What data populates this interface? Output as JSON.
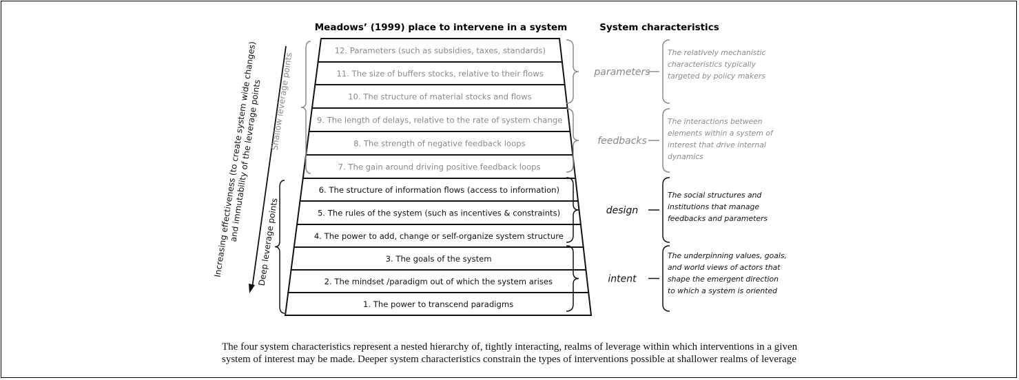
{
  "headers": {
    "left": "Meadows’ (1999) place to intervene in a system",
    "right": "System characteristics"
  },
  "axis": {
    "line1": "Increasing effectiveness  (to create system wide changes)",
    "line2": "and immutability of the leverage points",
    "shallow": "Shallow leverage points",
    "deep": "Deep leverage points"
  },
  "points": [
    {
      "text": "12. Parameters (such as subsidies, taxes, standards)",
      "depth": "shallow"
    },
    {
      "text": "11. The size of buffers stocks, relative to their flows",
      "depth": "shallow"
    },
    {
      "text": "10. The structure of material stocks and flows",
      "depth": "shallow"
    },
    {
      "text": "9. The length of delays, relative to the rate of system change",
      "depth": "shallow"
    },
    {
      "text": "8. The strength of negative feedback loops",
      "depth": "shallow"
    },
    {
      "text": "7. The gain around driving positive feedback loops",
      "depth": "shallow"
    },
    {
      "text": "6. The structure of information flows (access to information)",
      "depth": "deep"
    },
    {
      "text": "5. The rules of the system (such as incentives & constraints)",
      "depth": "deep"
    },
    {
      "text": "4. The power to add, change or self-organize system structure",
      "depth": "deep"
    },
    {
      "text": "3. The goals of the system",
      "depth": "deep"
    },
    {
      "text": "2. The mindset /paradigm out of which the system arises",
      "depth": "deep"
    },
    {
      "text": "1. The power to transcend paradigms",
      "depth": "deep"
    }
  ],
  "characteristics": [
    {
      "name": "parameters",
      "depth": "shallow",
      "lines": [
        "The relatively mechanistic",
        "characteristics typically",
        "targeted by policy makers"
      ]
    },
    {
      "name": "feedbacks",
      "depth": "shallow",
      "lines": [
        "The interactions between",
        "elements within a system of",
        "interest that drive internal",
        "dynamics"
      ]
    },
    {
      "name": "design",
      "depth": "deep",
      "lines": [
        "The social structures and",
        "institutions that manage",
        "feedbacks and parameters"
      ]
    },
    {
      "name": "intent",
      "depth": "deep",
      "lines": [
        "The underpinning values, goals,",
        "and world views of actors that",
        "shape the emergent direction",
        "to which a system is oriented"
      ]
    }
  ],
  "colors": {
    "shallow": "#8a8a8a",
    "deep": "#111111"
  },
  "caption": "The four system characteristics represent a nested hierarchy of, tightly interacting, realms of leverage within which interventions in a given system of interest may be made. Deeper system characteristics constrain the types of interventions possible at shallower realms of leverage"
}
